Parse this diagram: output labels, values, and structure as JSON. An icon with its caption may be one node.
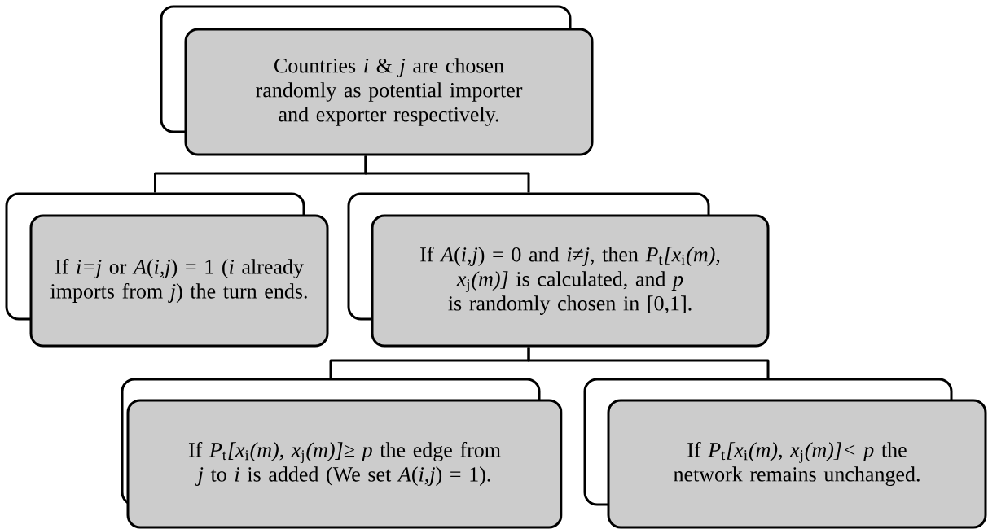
{
  "diagram": {
    "nodes": [
      {
        "text": [
          "Countries *i* & *j* are chosen randomly as potential importer and exporter respectively."
        ]
      },
      {
        "text": [
          "If *i=j* or *A*(*i,j*) = 1 (*i* already imports from *j*) the turn ends."
        ]
      },
      {
        "text": [
          "If *A*(*i,j*) = 0 and *i*≠*j*, then *P*$_{t}$*[x*$_{i}$*(m), x*$_{j}$*(m)]* is calculated, and *p* is randomly chosen in [0,1]."
        ]
      },
      {
        "text": [
          "If *P*$_{t}$*[x*$_{i}$*(m), x*$_{j}$*(m)]≥ p* the edge from *j* to *i* is added (We set *A*(*i,j*) = 1)."
        ]
      },
      {
        "text": [
          "If *P*$_{t}$*[x*$_{i}$*(m), x*$_{j}$*(m)]< p* the network remains unchanged."
        ]
      }
    ],
    "edges": [
      {
        "from": 0,
        "to": 1,
        "arrow": "none"
      },
      {
        "from": 0,
        "to": 2,
        "arrow": "none"
      },
      {
        "from": 2,
        "to": 3,
        "arrow": "none"
      },
      {
        "from": 2,
        "to": 4,
        "arrow": "none"
      }
    ]
  }
}
